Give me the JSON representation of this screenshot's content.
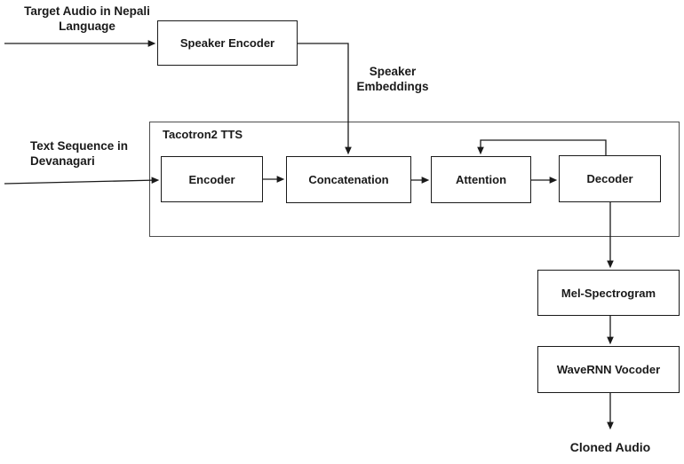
{
  "diagram": {
    "inputs": {
      "target_audio_label": "Target Audio in Nepali\nLanguage",
      "text_sequence_label": "Text Sequence in\nDevanagari"
    },
    "speaker_encoder_label": "Speaker Encoder",
    "speaker_embeddings_label": "Speaker\nEmbeddings",
    "tacotron": {
      "title": "Tacotron2 TTS",
      "encoder_label": "Encoder",
      "concatenation_label": "Concatenation",
      "attention_label": "Attention",
      "decoder_label": "Decoder"
    },
    "outputs": {
      "mel_spectrogram_label": "Mel-Spectrogram",
      "wavernn_vocoder_label": "WaveRNN Vocoder",
      "cloned_audio_label": "Cloned Audio"
    },
    "colors": {
      "stroke": "#1a1a1a",
      "container_stroke": "#4d4d4d",
      "text": "#1a1a1a",
      "background": "#ffffff"
    }
  }
}
